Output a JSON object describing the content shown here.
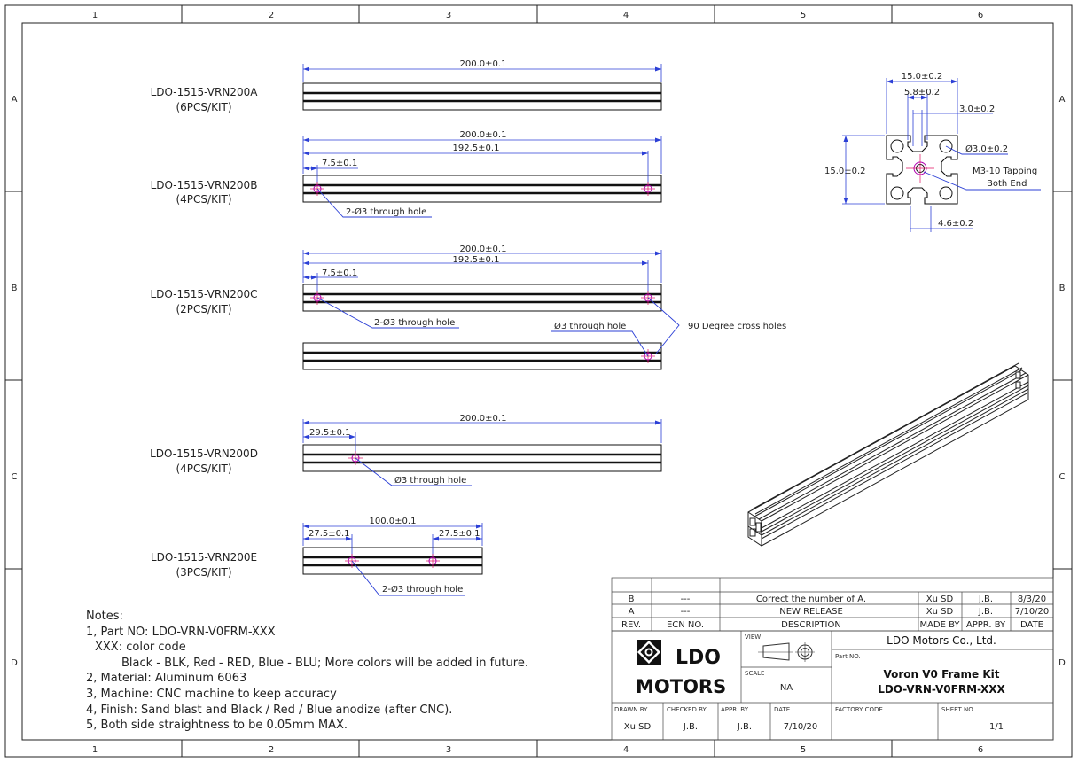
{
  "zones": {
    "cols": [
      "1",
      "2",
      "3",
      "4",
      "5",
      "6"
    ],
    "rows": [
      "A",
      "B",
      "C",
      "D"
    ]
  },
  "parts": {
    "a": {
      "name": "LDO-1515-VRN200A",
      "qty": "(6PCS/KIT)",
      "dim_len": "200.0±0.1"
    },
    "b": {
      "name": "LDO-1515-VRN200B",
      "qty": "(4PCS/KIT)",
      "dim_len": "200.0±0.1",
      "dim_span": "192.5±0.1",
      "dim_off": "7.5±0.1",
      "hole_note": "2-Ø3  through hole"
    },
    "c": {
      "name": "LDO-1515-VRN200C",
      "qty": "(2PCS/KIT)",
      "dim_len": "200.0±0.1",
      "dim_span": "192.5±0.1",
      "dim_off": "7.5±0.1",
      "hole_note": "2-Ø3  through hole",
      "hole_note2": "Ø3  through hole",
      "cross_note": "90 Degree cross holes"
    },
    "d": {
      "name": "LDO-1515-VRN200D",
      "qty": "(4PCS/KIT)",
      "dim_len": "200.0±0.1",
      "dim_off": "29.5±0.1",
      "hole_note": "Ø3  through hole"
    },
    "e": {
      "name": "LDO-1515-VRN200E",
      "qty": "(3PCS/KIT)",
      "dim_len": "100.0±0.1",
      "dim_off_l": "27.5±0.1",
      "dim_off_r": "27.5±0.1",
      "hole_note": "2-Ø3 through hole"
    }
  },
  "profile": {
    "w": "15.0±0.2",
    "slot": "5.8±0.2",
    "lip": "3.0±0.2",
    "h": "15.0±0.2",
    "hole": "Ø3.0±0.2",
    "tap1": "M3-10 Tapping",
    "tap2": "Both End",
    "off": "4.6±0.2"
  },
  "notes": {
    "title": "Notes:",
    "n1": "1, Part NO: LDO-VRN-V0FRM-XXX",
    "n1a": "XXX:  color code",
    "n1b": "Black - BLK, Red - RED, Blue - BLU; More colors will be added in future.",
    "n2": "2, Material: Aluminum 6063",
    "n3": "3, Machine: CNC machine to keep accuracy",
    "n4": "4, Finish: Sand blast and Black / Red / Blue anodize (after CNC).",
    "n5": "5, Both side straightness to be 0.05mm MAX."
  },
  "revisions": {
    "rows": [
      {
        "rev": "B",
        "ecn": "---",
        "desc": "Correct the number of A.",
        "made": "Xu SD",
        "appr": "J.B.",
        "date": "8/3/20"
      },
      {
        "rev": "A",
        "ecn": "---",
        "desc": "NEW RELEASE",
        "made": "Xu SD",
        "appr": "J.B.",
        "date": "7/10/20"
      }
    ],
    "header": {
      "rev": "REV.",
      "ecn": "ECN NO.",
      "desc": "DESCRIPTION",
      "made": "MADE BY",
      "appr": "APPR. BY",
      "date": "DATE"
    }
  },
  "title_block": {
    "logo_ldo": "LDO",
    "logo_motors": "MOTORS",
    "view_label": "VIEW",
    "scale_label": "SCALE",
    "scale": "NA",
    "company": "LDO Motors Co., Ltd.",
    "partno_label": "Part NO.",
    "part_title": "Voron V0 Frame Kit",
    "part_no": "LDO-VRN-V0FRM-XXX",
    "drawn_label": "DRAWN BY",
    "drawn": "Xu SD",
    "checked_label": "CHECKED BY",
    "checked": "J.B.",
    "appr_label": "APPR. BY",
    "appr": "J.B.",
    "date_label": "DATE",
    "date": "7/10/20",
    "factory_label": "FACTORY CODE",
    "sheet_label": "SHEET NO.",
    "sheet": "1/1"
  }
}
